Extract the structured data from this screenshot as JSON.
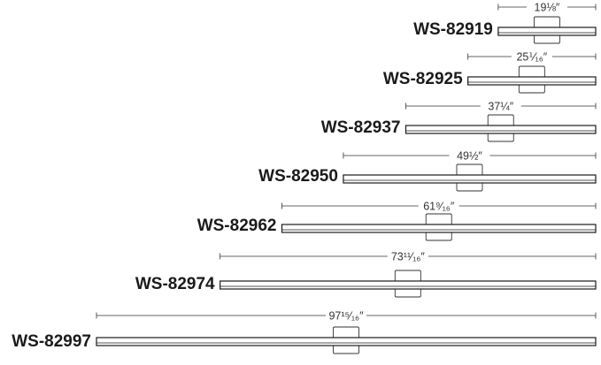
{
  "fixtures": [
    {
      "model": "WS-82919",
      "length": "19⅛″",
      "length_in": 19.125
    },
    {
      "model": "WS-82925",
      "length": "25⅟₁₆″",
      "length_in": 25.0625
    },
    {
      "model": "WS-82937",
      "length": "37¼″",
      "length_in": 37.25
    },
    {
      "model": "WS-82950",
      "length": "49½″",
      "length_in": 49.5
    },
    {
      "model": "WS-82962",
      "length": "61⁹⁄₁₆″",
      "length_in": 61.5625
    },
    {
      "model": "WS-82974",
      "length": "73¹¹⁄₁₆″",
      "length_in": 73.6875
    },
    {
      "model": "WS-82997",
      "length": "97¹⁵⁄₁₆″",
      "length_in": 97.9375
    }
  ]
}
